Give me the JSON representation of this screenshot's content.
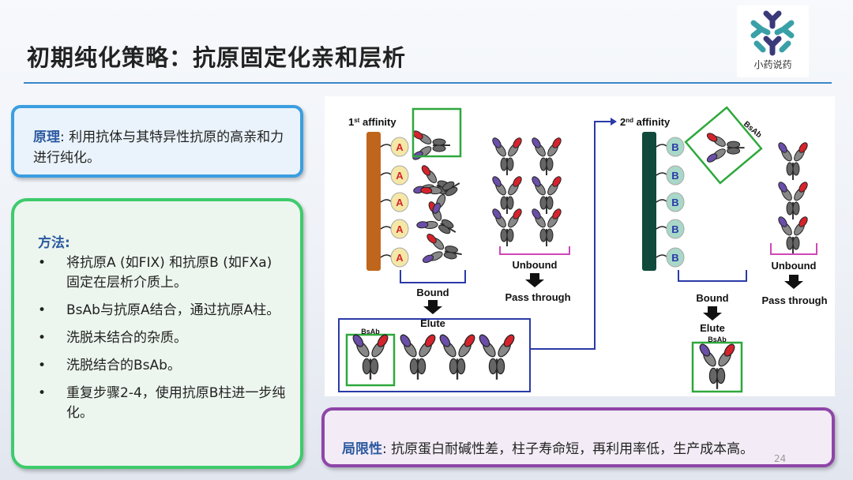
{
  "title": "初期纯化策略：抗原固定化亲和层析",
  "logo": {
    "text": "小药说药",
    "icon": "molecule-logo-icon"
  },
  "principle": {
    "label": "原理",
    "text": ": 利用抗体与其特异性抗原的高亲和力进行纯化。"
  },
  "method": {
    "label": "方法",
    "items": [
      "将抗原A (如FIX) 和抗原B (如FXa) 固定在层析介质上。",
      "BsAb与抗原A结合，通过抗原A柱。",
      "洗脱未结合的杂质。",
      "洗脱结合的BsAb。",
      "重复步骤2-4，使用抗原B柱进一步纯化。"
    ]
  },
  "limitation": {
    "label": "局限性",
    "text": ": 抗原蛋白耐碱性差，柱子寿命短，再利用率低，生产成本高。"
  },
  "page_number": "24",
  "diagram": {
    "affinity1": {
      "num": "1",
      "sup": "st",
      "rest": " affinity"
    },
    "affinity2": {
      "num": "2",
      "sup": "nd",
      "rest": " affinity"
    },
    "antigen_a": "A",
    "antigen_b": "B",
    "bound": "Bound",
    "unbound": "Unbound",
    "pass_through": "Pass through",
    "elute": "Elute",
    "bsab": "BsAb",
    "colors": {
      "column1": "#c0661c",
      "column2": "#0f4a3c",
      "antigen_a": "#f5e8a6",
      "antigen_b": "#a8d8c8",
      "red": "#d5232c",
      "green_box": "#2ea83c",
      "blue_box": "#2a3aa8",
      "magenta": "#d046b8"
    }
  }
}
